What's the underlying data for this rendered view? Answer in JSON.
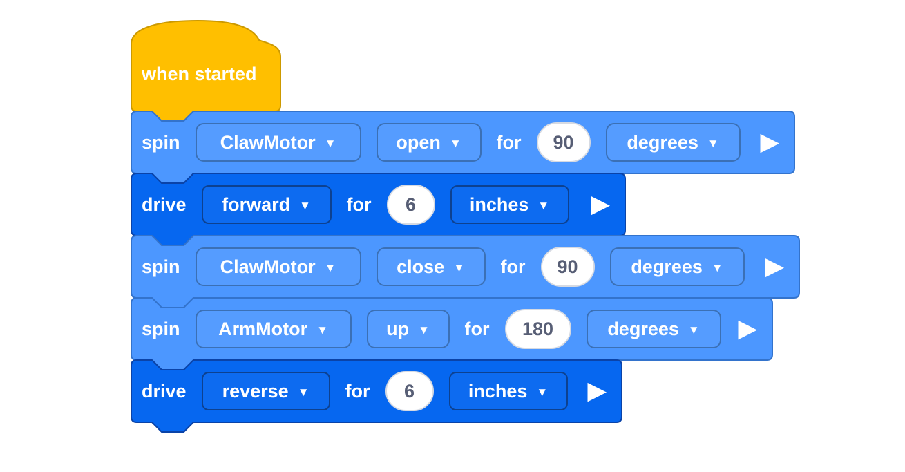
{
  "app": {
    "name": "blocks-workspace"
  },
  "icons": {
    "dropdown_caret": "▼",
    "play": "▶"
  },
  "colors": {
    "canvas_bg": "#FFFFFF",
    "hat_fill": "#FFBF00",
    "hat_stroke": "#CC9900",
    "motor_fill": "#4C97FF",
    "motor_stroke": "#3373CC",
    "motor_field_border": "#3B70B5",
    "drive_fill": "#0667F0",
    "drive_stroke": "#0A43A8",
    "drive_field_border": "#0D4190",
    "value_bg": "#FFFFFF",
    "value_border": "#D6DAE2",
    "value_text": "#575E75",
    "block_text": "#FFFFFF"
  },
  "blocks": [
    {
      "kind": "hat",
      "category": "events",
      "label": "when started"
    },
    {
      "kind": "command",
      "category": "motor",
      "label": "spin",
      "fields": {
        "motor": "ClawMotor",
        "direction": "open",
        "for_label": "for",
        "value": "90",
        "unit": "degrees"
      }
    },
    {
      "kind": "command",
      "category": "drivetrain",
      "label": "drive",
      "fields": {
        "direction": "forward",
        "for_label": "for",
        "value": "6",
        "unit": "inches"
      }
    },
    {
      "kind": "command",
      "category": "motor",
      "label": "spin",
      "fields": {
        "motor": "ClawMotor",
        "direction": "close",
        "for_label": "for",
        "value": "90",
        "unit": "degrees"
      }
    },
    {
      "kind": "command",
      "category": "motor",
      "label": "spin",
      "fields": {
        "motor": "ArmMotor",
        "direction": "up",
        "for_label": "for",
        "value": "180",
        "unit": "degrees"
      }
    },
    {
      "kind": "command",
      "category": "drivetrain",
      "label": "drive",
      "fields": {
        "direction": "reverse",
        "for_label": "for",
        "value": "6",
        "unit": "inches"
      }
    }
  ]
}
